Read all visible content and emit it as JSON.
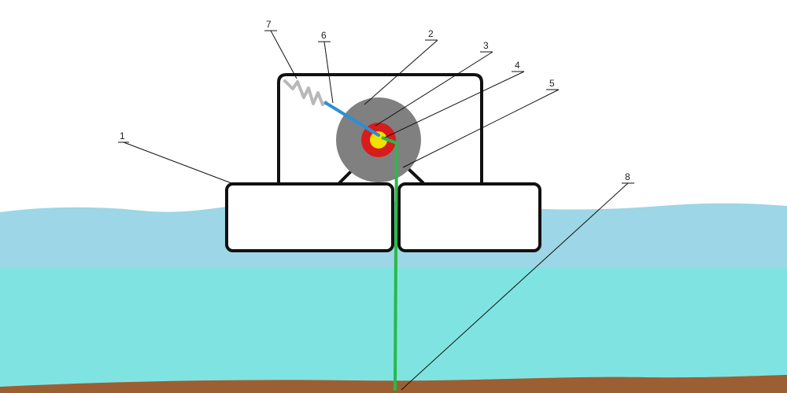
{
  "labels": {
    "float": "1",
    "housing": "2",
    "spool_outer": "3",
    "spool_hub": "4",
    "spool_drum": "5",
    "rod": "6",
    "spring": "7",
    "line": "8"
  },
  "colors": {
    "sky": "#ffffff",
    "water_surface": "#9dd6e6",
    "water_deep": "#7fe4e1",
    "seabed": "#9c5f33",
    "outline": "#111111",
    "drum": "#808080",
    "ring": "#d81b1b",
    "hub": "#f2e000",
    "rod": "#2b8fd6",
    "spring": "#b8b8b8",
    "line": "#2ab84a"
  }
}
